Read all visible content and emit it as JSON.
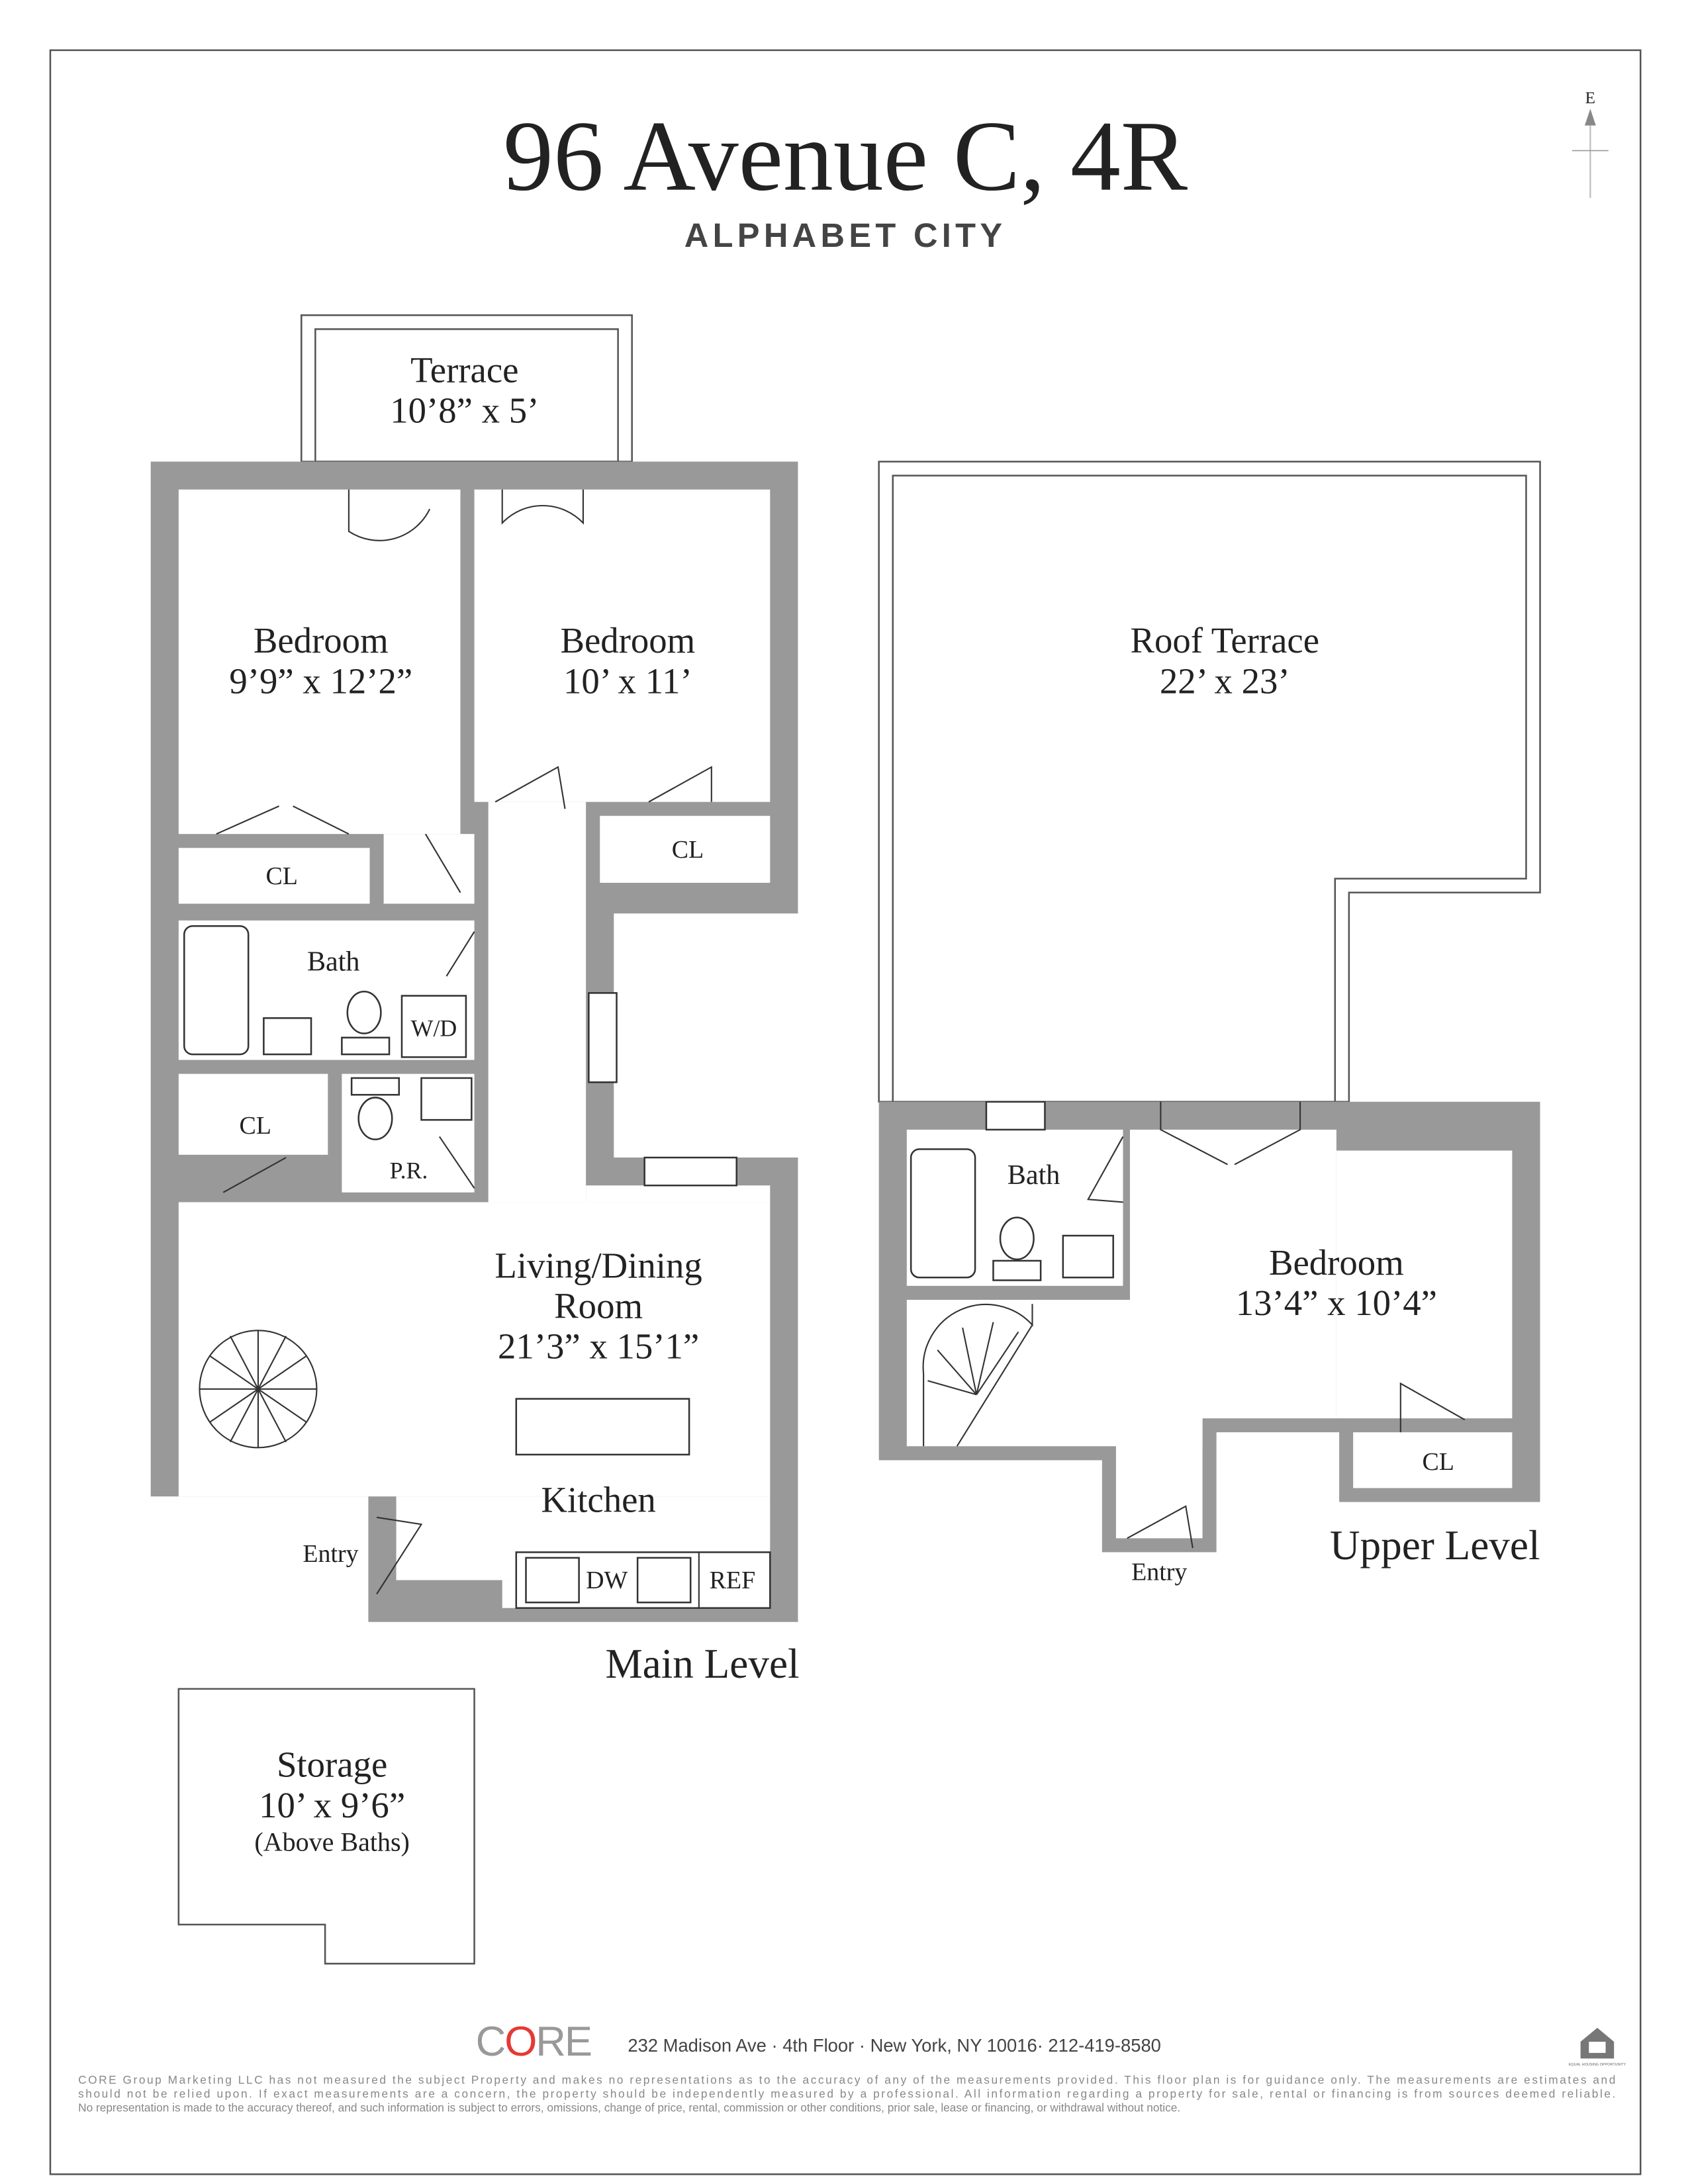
{
  "title": "96 Avenue C, 4R",
  "subtitle": "ALPHABET CITY",
  "compass": {
    "label": "E",
    "icon": "compass-arrow-icon",
    "label_color": "#d32f2f"
  },
  "main_level": {
    "label": "Main Level",
    "terrace": {
      "name": "Terrace",
      "size": "10’8” x 5’"
    },
    "bedroom1": {
      "name": "Bedroom",
      "size": "9’9” x 12’2”"
    },
    "bedroom2": {
      "name": "Bedroom",
      "size": "10’ x 11’"
    },
    "closet1": "CL",
    "closet2": "CL",
    "closet3": "CL",
    "bath": "Bath",
    "wd": "W/D",
    "powder_room": "P.R.",
    "living": {
      "name1": "Living/Dining",
      "name2": "Room",
      "size": "21’3” x 15’1”"
    },
    "kitchen": "Kitchen",
    "dw": "DW",
    "ref": "REF",
    "entry": "Entry"
  },
  "storage": {
    "name": "Storage",
    "size": "10’ x 9’6”",
    "note": "(Above Baths)"
  },
  "upper_level": {
    "label": "Upper Level",
    "roof_terrace": {
      "name": "Roof Terrace",
      "size": "22’ x 23’"
    },
    "bath": "Bath",
    "bedroom": {
      "name": "Bedroom",
      "size": "13’4” x 10’4”"
    },
    "closet": "CL",
    "entry": "Entry"
  },
  "footer": {
    "logo": "CORE",
    "logo_accent": "#e53935",
    "address": "232 Madison Ave · 4th Floor · New York, NY 10016· 212-419-8580",
    "equal_housing": "EQUAL HOUSING OPPORTUNITY",
    "disclaimer1": "CORE Group Marketing LLC has not measured the subject Property and makes no representations as to the accuracy of any of the measurements provided. This floor plan is for guidance only. The measurements are estimates and",
    "disclaimer2": "should not be relied upon. If exact measurements are a concern, the property should be independently measured by a professional. All information regarding a property for sale, rental or financing is from sources deemed reliable.",
    "disclaimer3": "No representation is made to the accuracy thereof, and such information is subject to errors, omissions, change of price, rental, commission or other conditions, prior sale, lease or financing, or withdrawal without notice."
  }
}
